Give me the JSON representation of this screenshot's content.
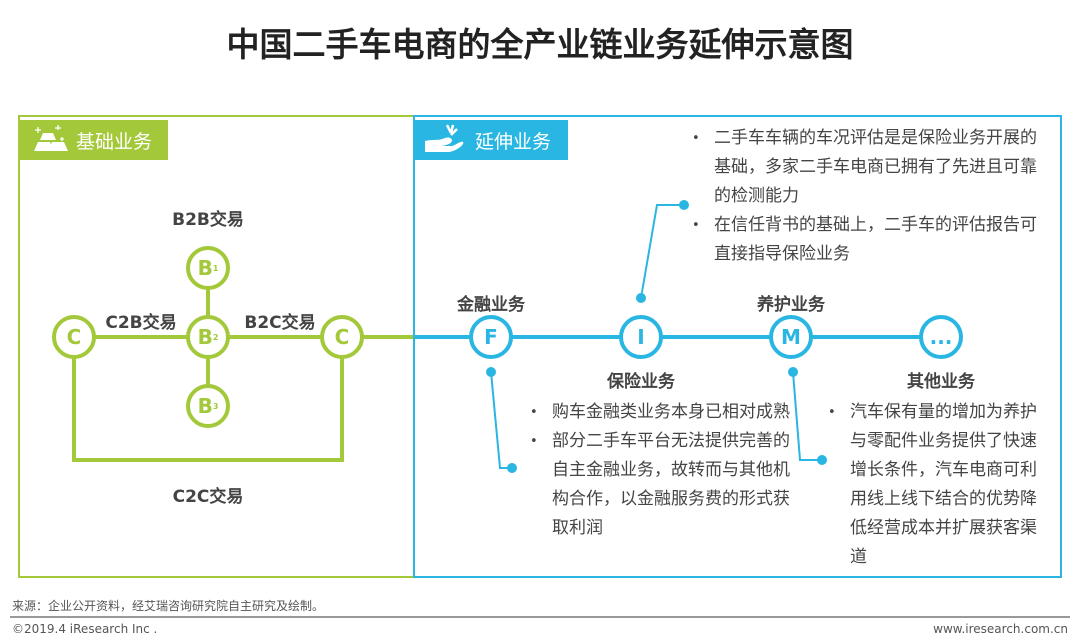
{
  "title": "中国二手车电商的全产业链业务延伸示意图",
  "colors": {
    "green": "#a3c83a",
    "blue": "#29b6e2"
  },
  "basic": {
    "tag": "基础业务",
    "icon": "gold-bars-icon",
    "labels": {
      "b2b": "B2B交易",
      "c2b": "C2B交易",
      "b2c": "B2C交易",
      "c2c": "C2C交易"
    },
    "nodes": {
      "c_left": "C",
      "b1": "B",
      "b1_sub": "1",
      "b2": "B",
      "b2_sub": "2",
      "b3": "B",
      "b3_sub": "3",
      "c_right": "C"
    }
  },
  "extended": {
    "tag": "延伸业务",
    "icon": "hand-icon",
    "nodes": [
      {
        "letter": "F",
        "label": "金融业务"
      },
      {
        "letter": "I",
        "label": "保险业务"
      },
      {
        "letter": "M",
        "label": "养护业务"
      },
      {
        "letter": "...",
        "label": "其他业务"
      }
    ],
    "insurance_notes": [
      "二手车车辆的车况评估是是保险业务开展的基础，多家二手车电商已拥有了先进且可靠的检测能力",
      "在信任背书的基础上，二手车的评估报告可直接指导保险业务"
    ],
    "finance_notes": [
      "购车金融类业务本身已相对成熟",
      "部分二手车平台无法提供完善的自主金融业务，故转而与其他机构合作，以金融服务费的形式获取利润"
    ],
    "maintenance_notes": [
      "汽车保有量的增加为养护与零配件业务提供了快速增长条件，汽车电商可利用线上线下结合的优势降低经营成本并扩展获客渠道"
    ]
  },
  "footer": {
    "source": "来源：企业公开资料，经艾瑞咨询研究院自主研究及绘制。",
    "copyright": "©2019.4 iResearch Inc .",
    "website": "www.iresearch.com.cn"
  }
}
